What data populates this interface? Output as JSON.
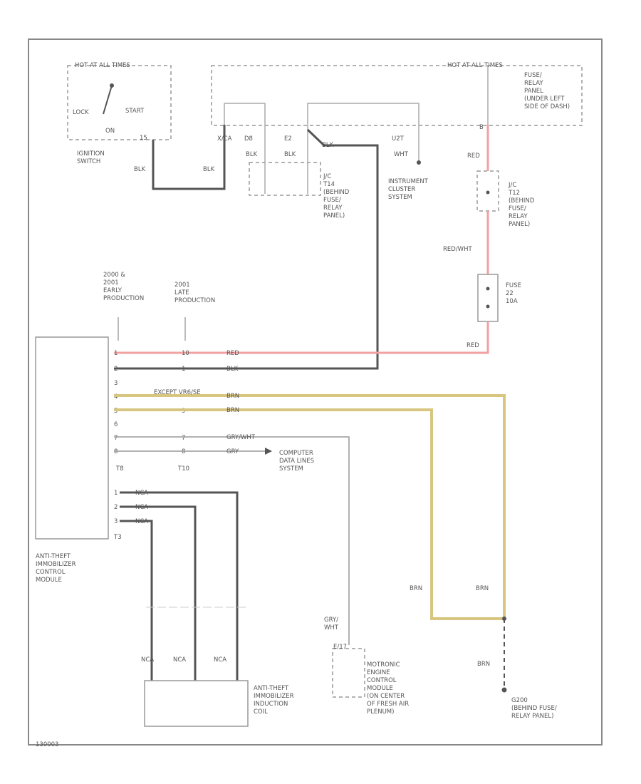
{
  "labels": {
    "hot_at_all_times": "HOT AT ALL TIMES",
    "hot_at_all_times_right": "HOT AT ALL TIMES",
    "lock": "LOCK",
    "start": "START",
    "on": "ON",
    "switch_pin": "15",
    "ignition_switch": "IGNITION\nSWITCH",
    "blk_a": "BLK",
    "blk_b": "BLK",
    "pin_x1": "X/CA",
    "pin_d8": "D8",
    "pin_e2": "E2",
    "blk_c": "BLK",
    "blk_d": "BLK",
    "blk_e": "BLK",
    "pin_u2": "U2T",
    "jc_t14": "J/C\nT14\n(BEHIND\nFUSE/\nRELAY\nPANEL)",
    "wht": "WHT",
    "instrument_cluster": "INSTRUMENT\nCLUSTER\nSYSTEM",
    "fuse_relay_panel": "FUSE/\nRELAY\nPANEL\n(UNDER LEFT\nSIDE OF DASH)",
    "pin_b": "B",
    "red_a": "RED",
    "jc_t12": "J/C\nT12\n(BEHIND\nFUSE/\nRELAY\nPANEL)",
    "red_wht": "RED/WHT",
    "fuse": "FUSE\n22\n10A",
    "red_b": "RED",
    "prod_early": "2000 &\n2001\nEARLY\nPRODUCTION",
    "prod_late": "2001\nLATE\nPRODUCTION",
    "pin_col_early": [
      "1",
      "2",
      "3",
      "4",
      "5",
      "6",
      "7",
      "8"
    ],
    "pin_col_late": [
      "10",
      "1",
      "",
      "",
      "9",
      "",
      "7",
      "8"
    ],
    "wire_red": "RED",
    "wire_blk": "BLK",
    "exc_vrsn": "EXCEPT VR6/SE",
    "wire_brn_a": "BRN",
    "wire_brn_b": "BRN",
    "wire_gry_wht": "GRY/WHT",
    "wire_gry": "GRY",
    "computer_data": "COMPUTER\nDATA LINES\nSYSTEM",
    "conn_t8": "T8",
    "conn_t10": "T10",
    "pin_col_t3": [
      "1",
      "2",
      "3"
    ],
    "nca_a": "NCA",
    "nca_b": "NCA",
    "nca_c": "NCA",
    "conn_t3": "T3",
    "module": "ANTI-THEFT\nIMMOBILIZER\nCONTROL\nMODULE",
    "brn_left": "BRN",
    "brn_right": "BRN",
    "gry_wht_low": "GRY/\nWHT",
    "pin_e17": "E/17",
    "motronic": "MOTRONIC\nENGINE\nCONTROL\nMODULE\n(ON CENTER\nOF FRESH AIR\nPLENUM)",
    "brn_c": "BRN",
    "nca_d": "NCA",
    "nca_e": "NCA",
    "nca_f": "NCA",
    "coil": "ANTI-THEFT\nIMMOBILIZER\nINDUCTION\nCOIL",
    "g200": "G200\n(BEHIND FUSE/\nRELAY PANEL)",
    "footer_code": "130003"
  },
  "colors": {
    "red_wire": "#f2a0a0",
    "brown_wire": "#d8c680",
    "black_wire": "#555555"
  }
}
